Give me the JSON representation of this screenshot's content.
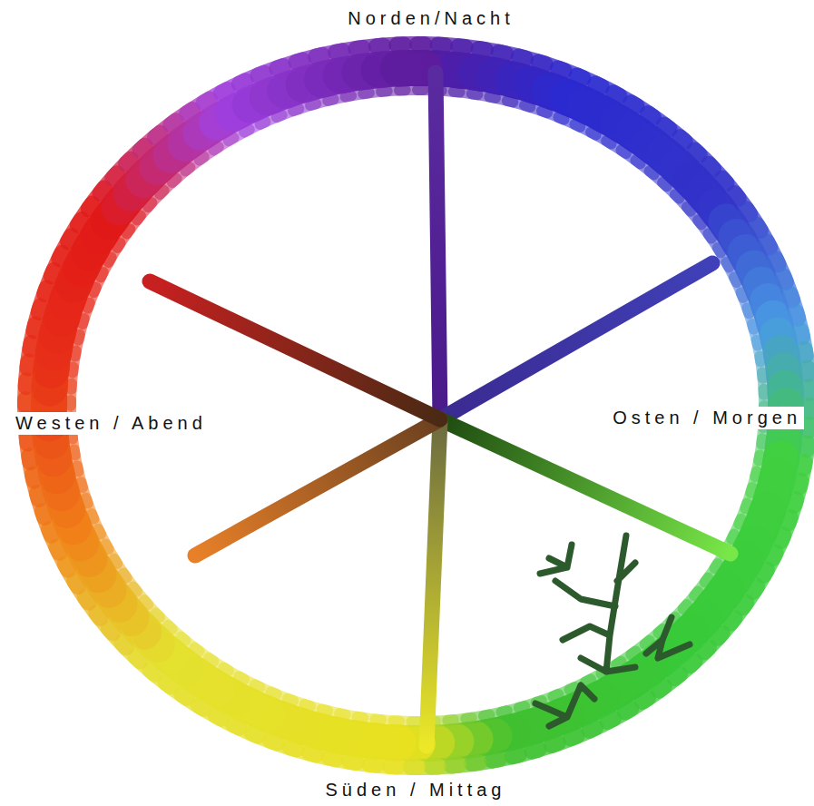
{
  "diagram": {
    "labels": [
      "Norden/Nacht",
      "Westen / Abend",
      "Osten / Morgen",
      "Süden / Mittag"
    ]
  }
}
